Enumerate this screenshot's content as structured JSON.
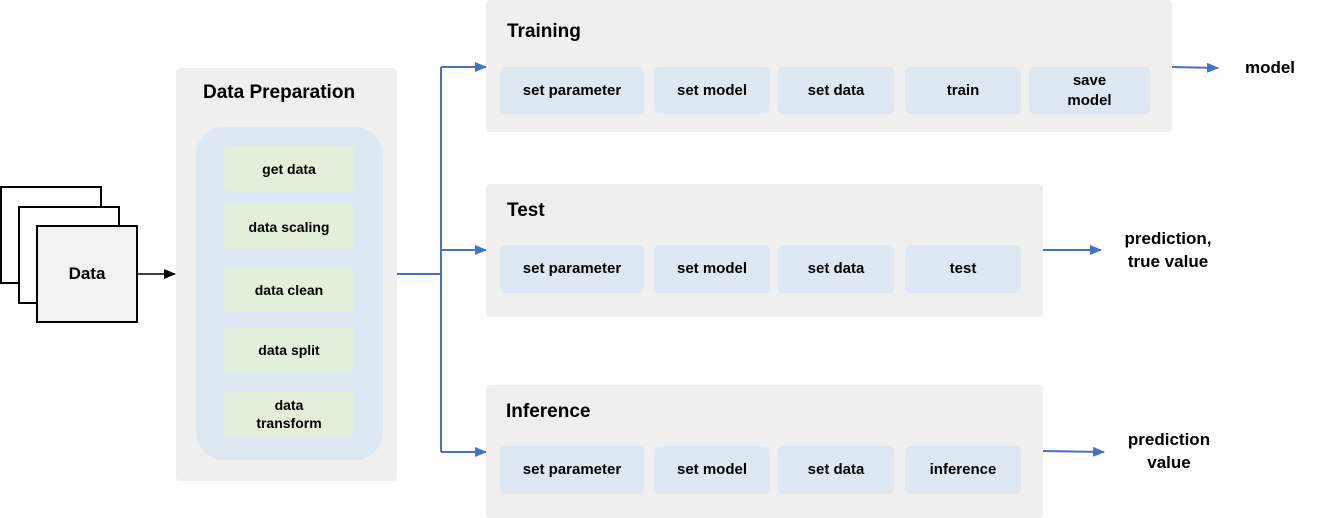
{
  "input": {
    "label": "Data"
  },
  "preparation": {
    "title": "Data Preparation",
    "steps": [
      "get data",
      "data scaling",
      "data clean",
      "data split",
      "data\ntransform"
    ]
  },
  "training": {
    "title": "Training",
    "steps": [
      "set parameter",
      "set model",
      "set data",
      "train",
      "save\nmodel"
    ],
    "output": "model"
  },
  "test": {
    "title": "Test",
    "steps": [
      "set parameter",
      "set model",
      "set data",
      "test"
    ],
    "output": "prediction,\ntrue value"
  },
  "inference": {
    "title": "Inference",
    "steps": [
      "set parameter",
      "set model",
      "set data",
      "inference"
    ],
    "output": "prediction\nvalue"
  },
  "colors": {
    "connector_blue": "#4472c4",
    "connector_black": "#000000",
    "panel_gray": "#efefef",
    "step_blue": "#dde8f3",
    "step_green": "#e2efda"
  }
}
